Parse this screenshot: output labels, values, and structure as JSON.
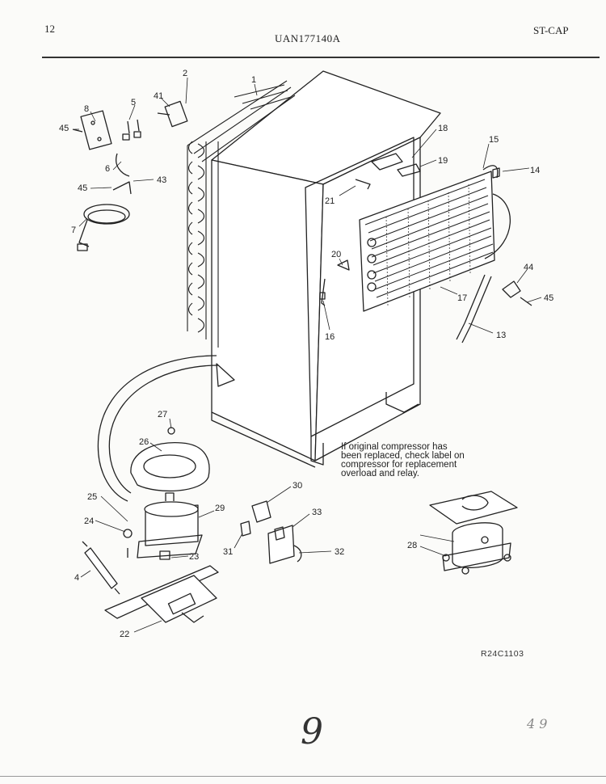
{
  "header": {
    "page_number": "12",
    "model": "UAN177140A",
    "category": "ST-CAP"
  },
  "labels": {
    "l1": "1",
    "l2": "2",
    "l41": "41",
    "l8": "8",
    "l5": "5",
    "l45a": "45",
    "l6": "6",
    "l45b": "45",
    "l43": "43",
    "l7": "7",
    "l18": "18",
    "l15": "15",
    "l14": "14",
    "l19": "19",
    "l21": "21",
    "l20": "20",
    "l16": "16",
    "l17": "17",
    "l13": "13",
    "l44": "44",
    "l45c": "45",
    "l27": "27",
    "l26": "26",
    "l30": "30",
    "l25": "25",
    "l29": "29",
    "l24": "24",
    "l33": "33",
    "l31": "31",
    "l32": "32",
    "l23": "23",
    "l4": "4",
    "l28": "28",
    "l22": "22"
  },
  "note": {
    "line1": "If original compressor has",
    "line2": "been replaced, check label on",
    "line3": "compressor for replacement",
    "line4": "overload and relay."
  },
  "reference_code": "R24C1103",
  "handwriting": {
    "mark1": "9",
    "mark2": "4 9"
  }
}
